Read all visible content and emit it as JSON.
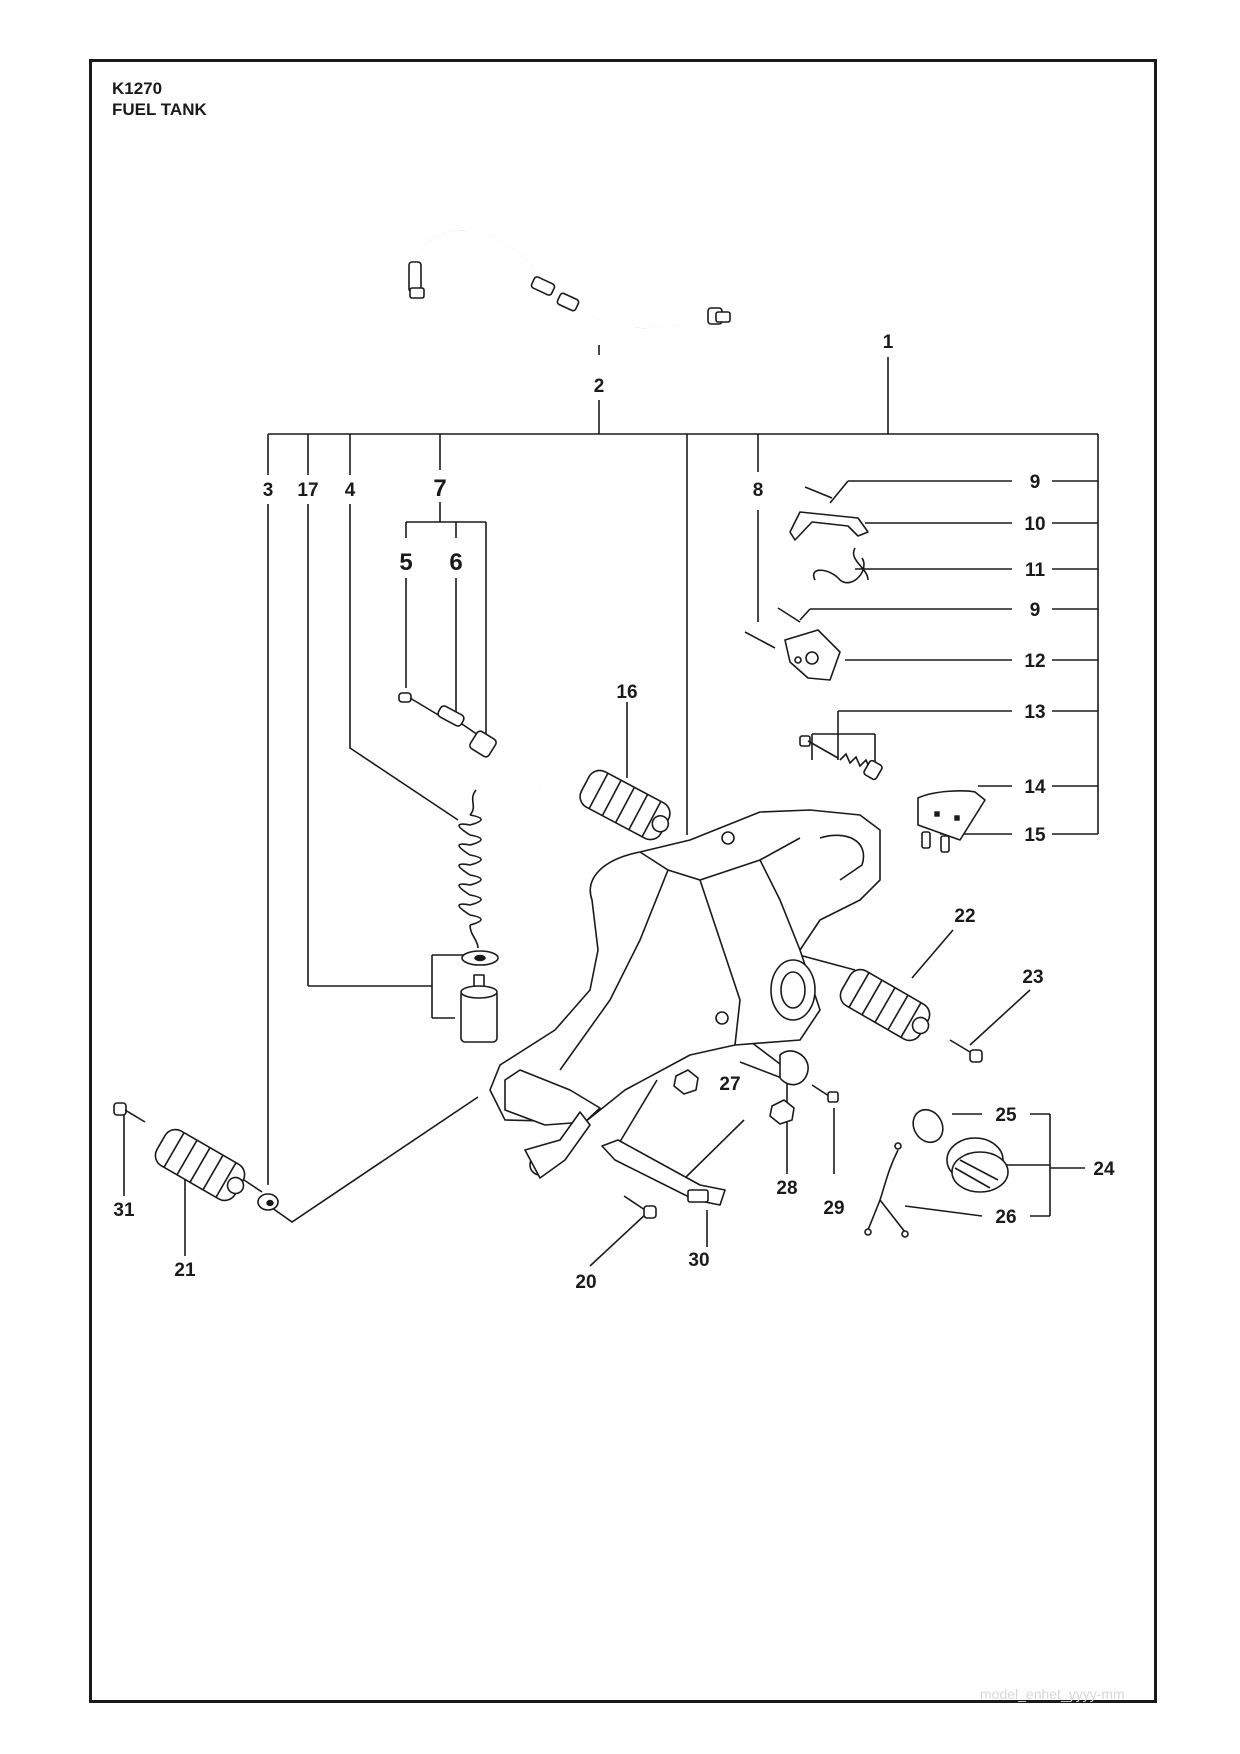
{
  "header": {
    "model": "K1270",
    "section": "FUEL TANK"
  },
  "footer": {
    "watermark": "model_enhet_yyyy-mm"
  },
  "callouts": {
    "c1": "1",
    "c2": "2",
    "c3": "3",
    "c4": "4",
    "c5": "5",
    "c6": "6",
    "c7": "7",
    "c8": "8",
    "c9a": "9",
    "c9b": "9",
    "c10": "10",
    "c11": "11",
    "c12": "12",
    "c13": "13",
    "c14": "14",
    "c15": "15",
    "c16": "16",
    "c17": "17",
    "c20": "20",
    "c21": "21",
    "c22": "22",
    "c23": "23",
    "c24": "24",
    "c25": "25",
    "c26": "26",
    "c27": "27",
    "c28": "28",
    "c29": "29",
    "c30": "30",
    "c31": "31"
  }
}
